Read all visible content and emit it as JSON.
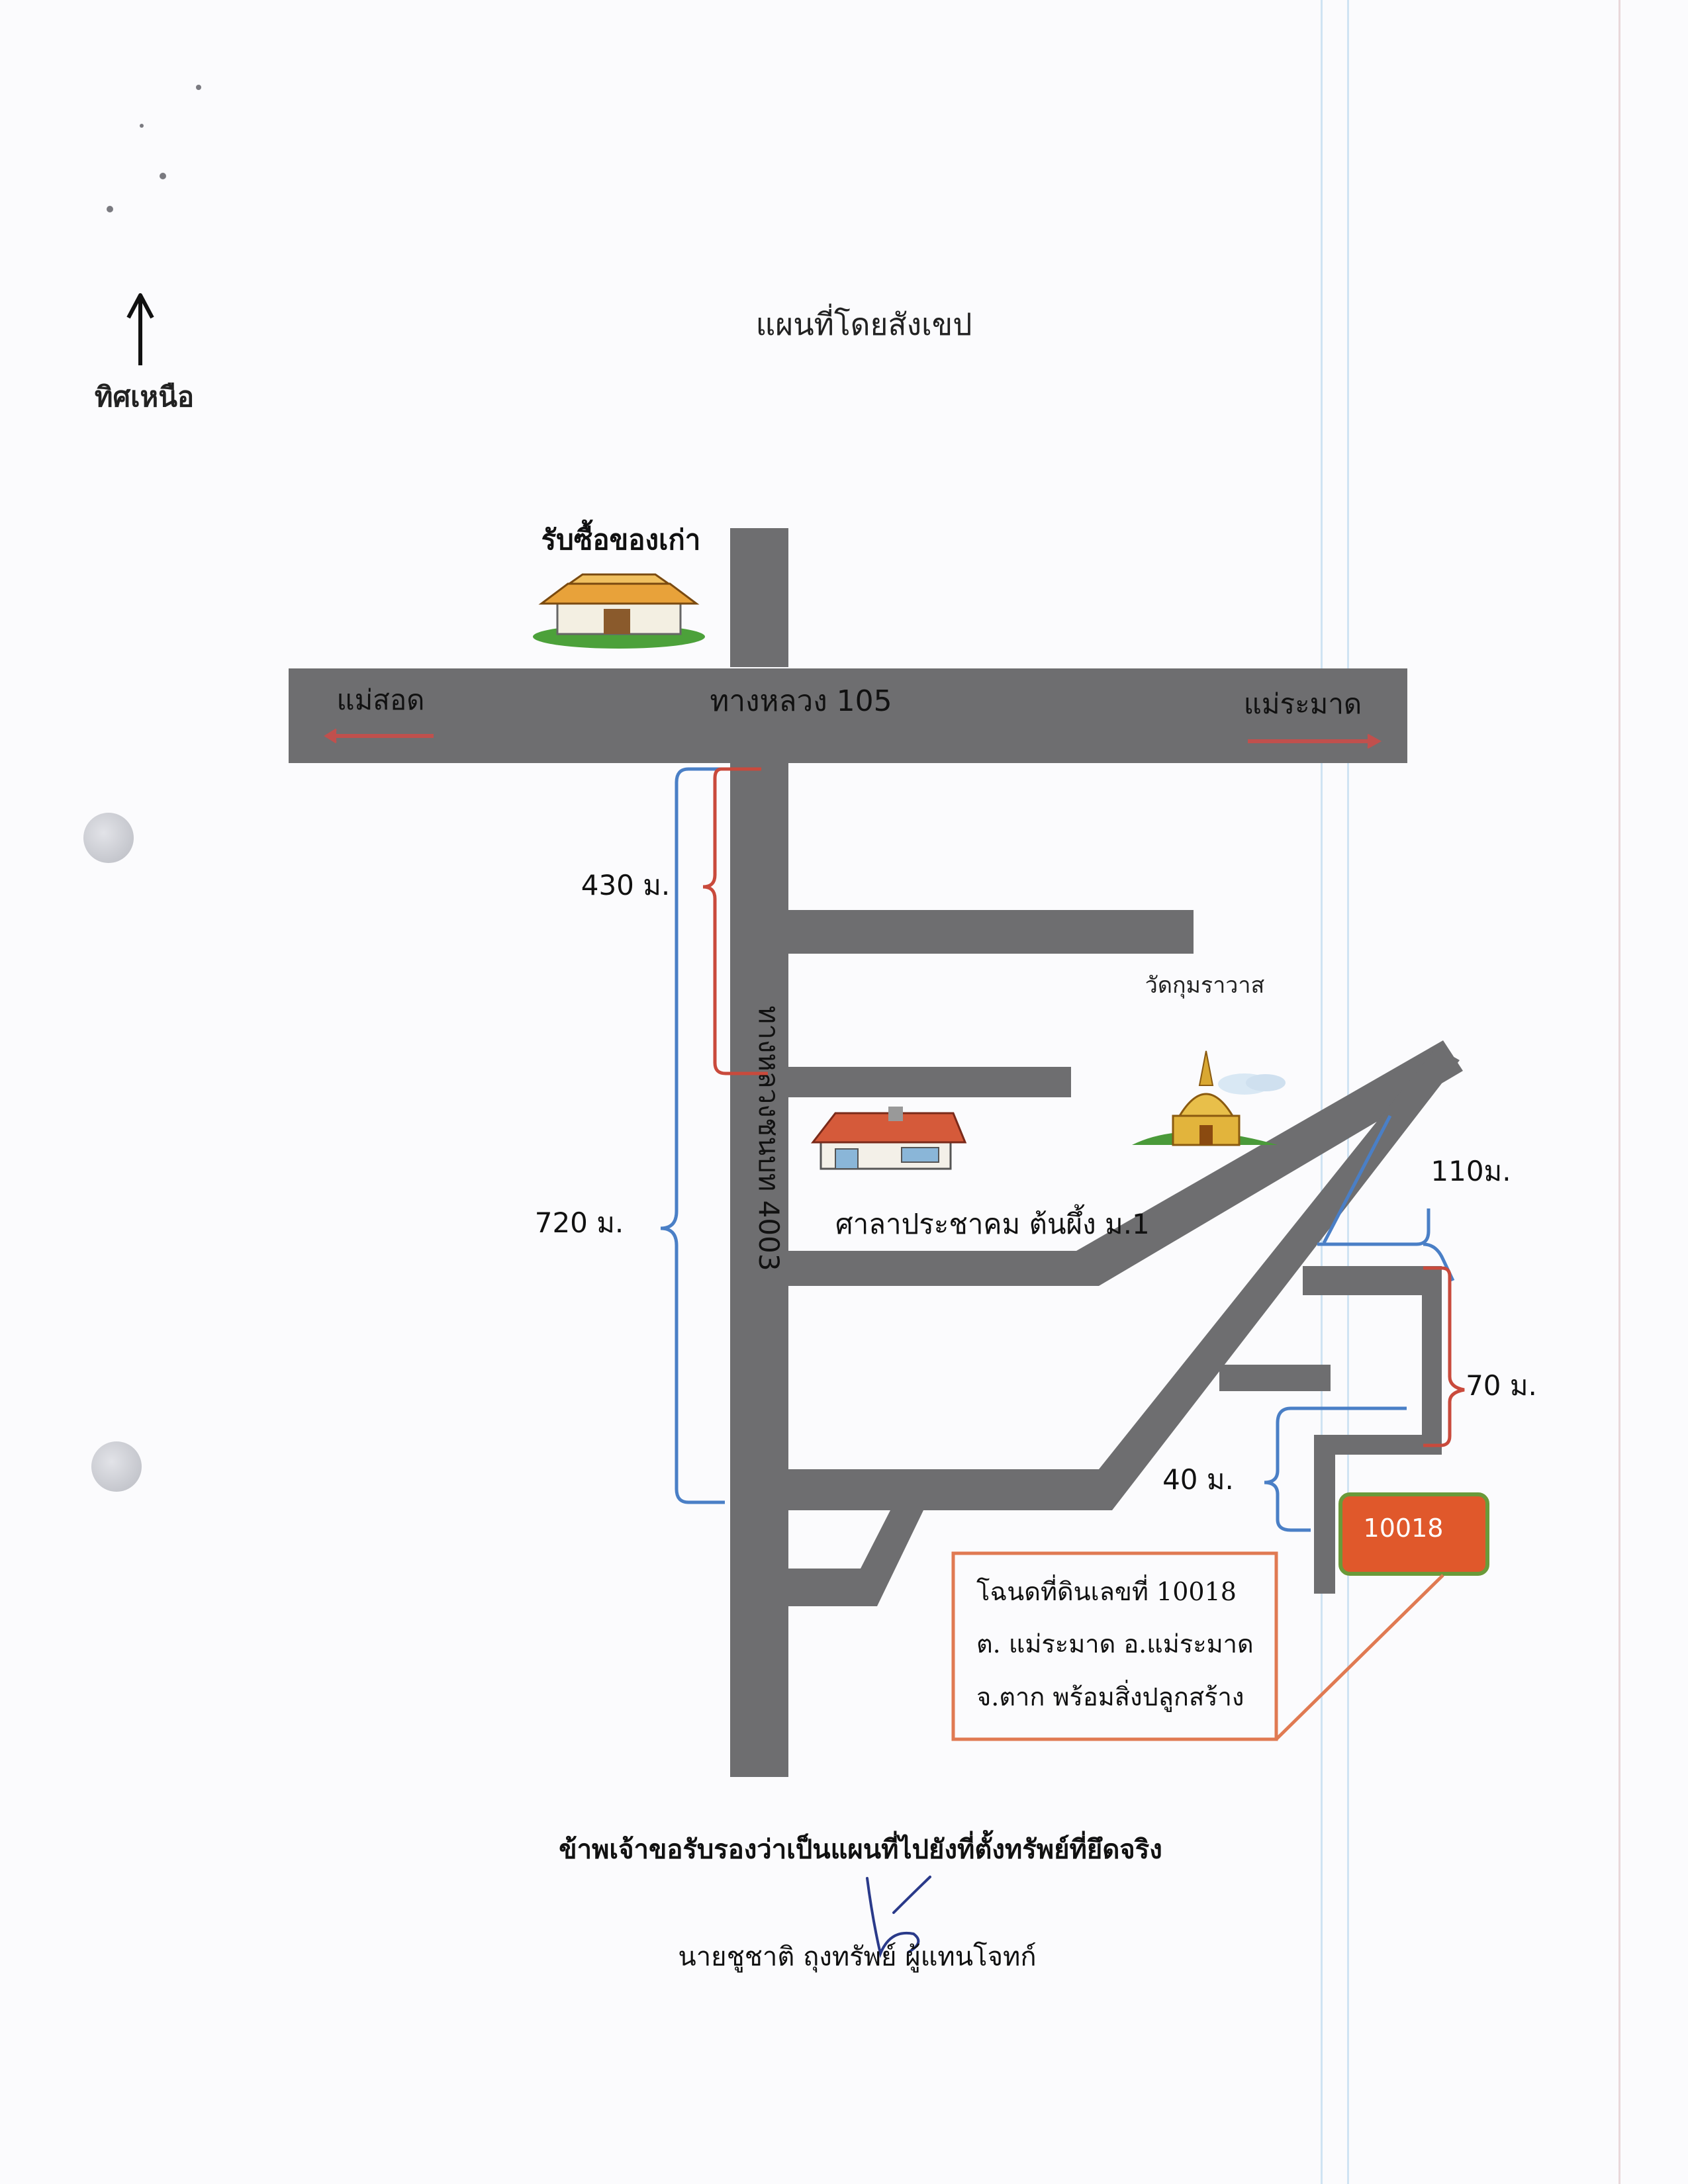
{
  "north_label": "ทิศเหนือ",
  "title": "แผนที่โดยสังเขป",
  "roads": {
    "highway_105": "ทางหลวง 105",
    "highway_4003": "ทางหลวงชนบท 4003"
  },
  "directions": {
    "west": "แม่สอด",
    "east": "แม่ระมาด"
  },
  "landmarks": {
    "shop": "รับซื้อของเก่า",
    "temple": "วัดกุมราวาส",
    "hall": "ศาลาประชาคม ต้นผึ้ง ม.1"
  },
  "distances": {
    "d430": "430 ม.",
    "d720": "720 ม.",
    "d110": "110ม.",
    "d70": "70 ม.",
    "d40": "40 ม."
  },
  "parcel": {
    "number": "10018",
    "note_lines": [
      "โฉนดที่ดินเลขที่  10018",
      "ต. แม่ระมาด  อ.แม่ระมาด",
      "จ.ตาก  พร้อมสิ่งปลูกสร้าง"
    ]
  },
  "certification": "ข้าพเจ้าขอรับรองว่าเป็นแผนที่ไปยังที่ตั้งทรัพย์ที่ยึดจริง",
  "signer": "นายชูชาติ ถุงทรัพย์ ผู้แทนโจทก์",
  "colors": {
    "road": "#6e6e70",
    "bracket_blue": "#4a7fc6",
    "bracket_red": "#c94a3c",
    "parcel_fill": "#e0582b",
    "parcel_border": "#6a9a3a",
    "note_border": "#e07a52",
    "arrow_red": "#c0504d",
    "paper_line": "#cfe3f3"
  },
  "icons": [
    "north-arrow-icon",
    "shop-building-icon",
    "temple-stupa-icon",
    "house-icon",
    "signature-mark"
  ]
}
